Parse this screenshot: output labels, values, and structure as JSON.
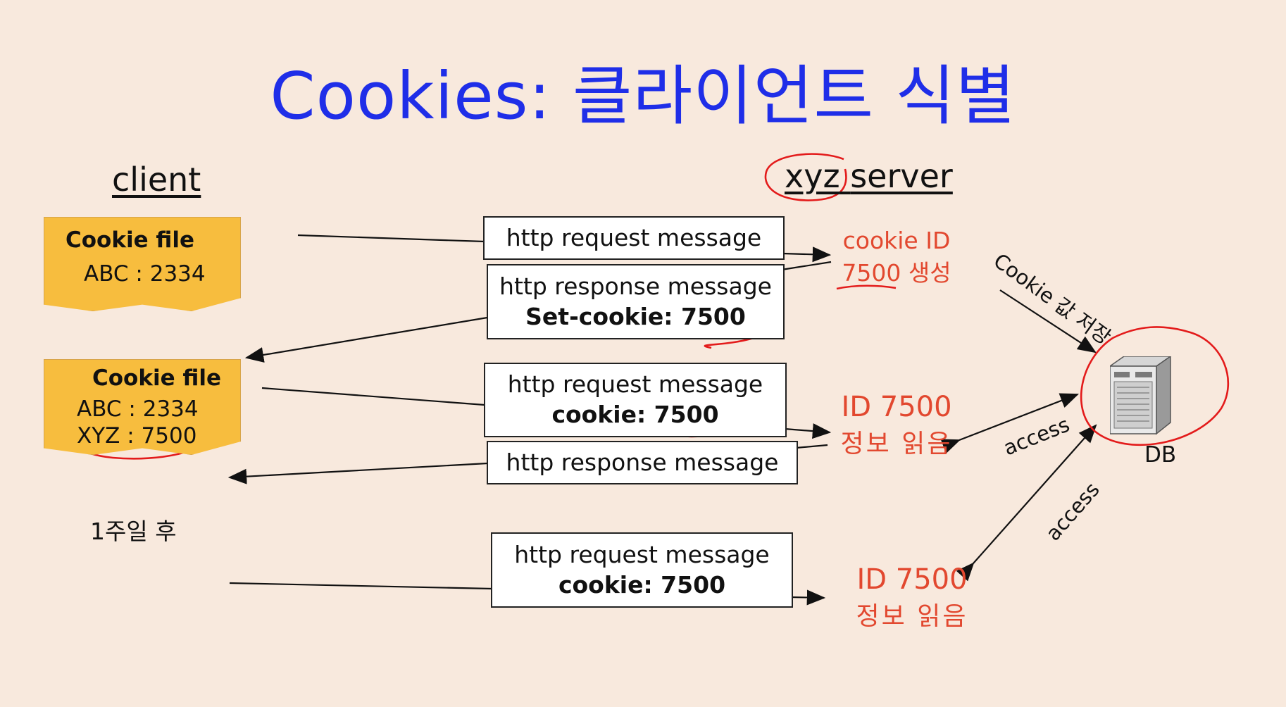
{
  "title": "Cookies: 클라이언트 식별",
  "client_label": "client",
  "server_label": "xyz server",
  "server_circled_word": "xyz",
  "server_rest_word": "server",
  "cookie_file_1": {
    "title": "Cookie file",
    "entries": [
      "ABC : 2334"
    ]
  },
  "cookie_file_2": {
    "title": "Cookie file",
    "entries": [
      "ABC : 2334",
      "XYZ : 7500"
    ]
  },
  "later_label": "1주일 후",
  "messages": [
    {
      "line1": "http request message",
      "line2": ""
    },
    {
      "line1": "http response message",
      "line2": "Set-cookie: 7500"
    },
    {
      "line1": "http request message",
      "line2": "cookie: 7500"
    },
    {
      "line1": "http response message",
      "line2": ""
    },
    {
      "line1": "http request message",
      "line2": "cookie: 7500"
    }
  ],
  "server_notes": [
    {
      "line1": "cookie ID",
      "line2": "7500 생성"
    },
    {
      "line1": "ID 7500",
      "line2": "정보 읽음"
    },
    {
      "line1": "ID 7500",
      "line2": "정보 읽음"
    }
  ],
  "db_label": "DB",
  "db_store_label": "Cookie 값 저장",
  "access_label_1": "access",
  "access_label_2": "access",
  "colors": {
    "background": "#f8e9dd",
    "title": "#1f2ee8",
    "annotation_red": "#e2482f",
    "cookie_file": "#f7bd3e"
  }
}
